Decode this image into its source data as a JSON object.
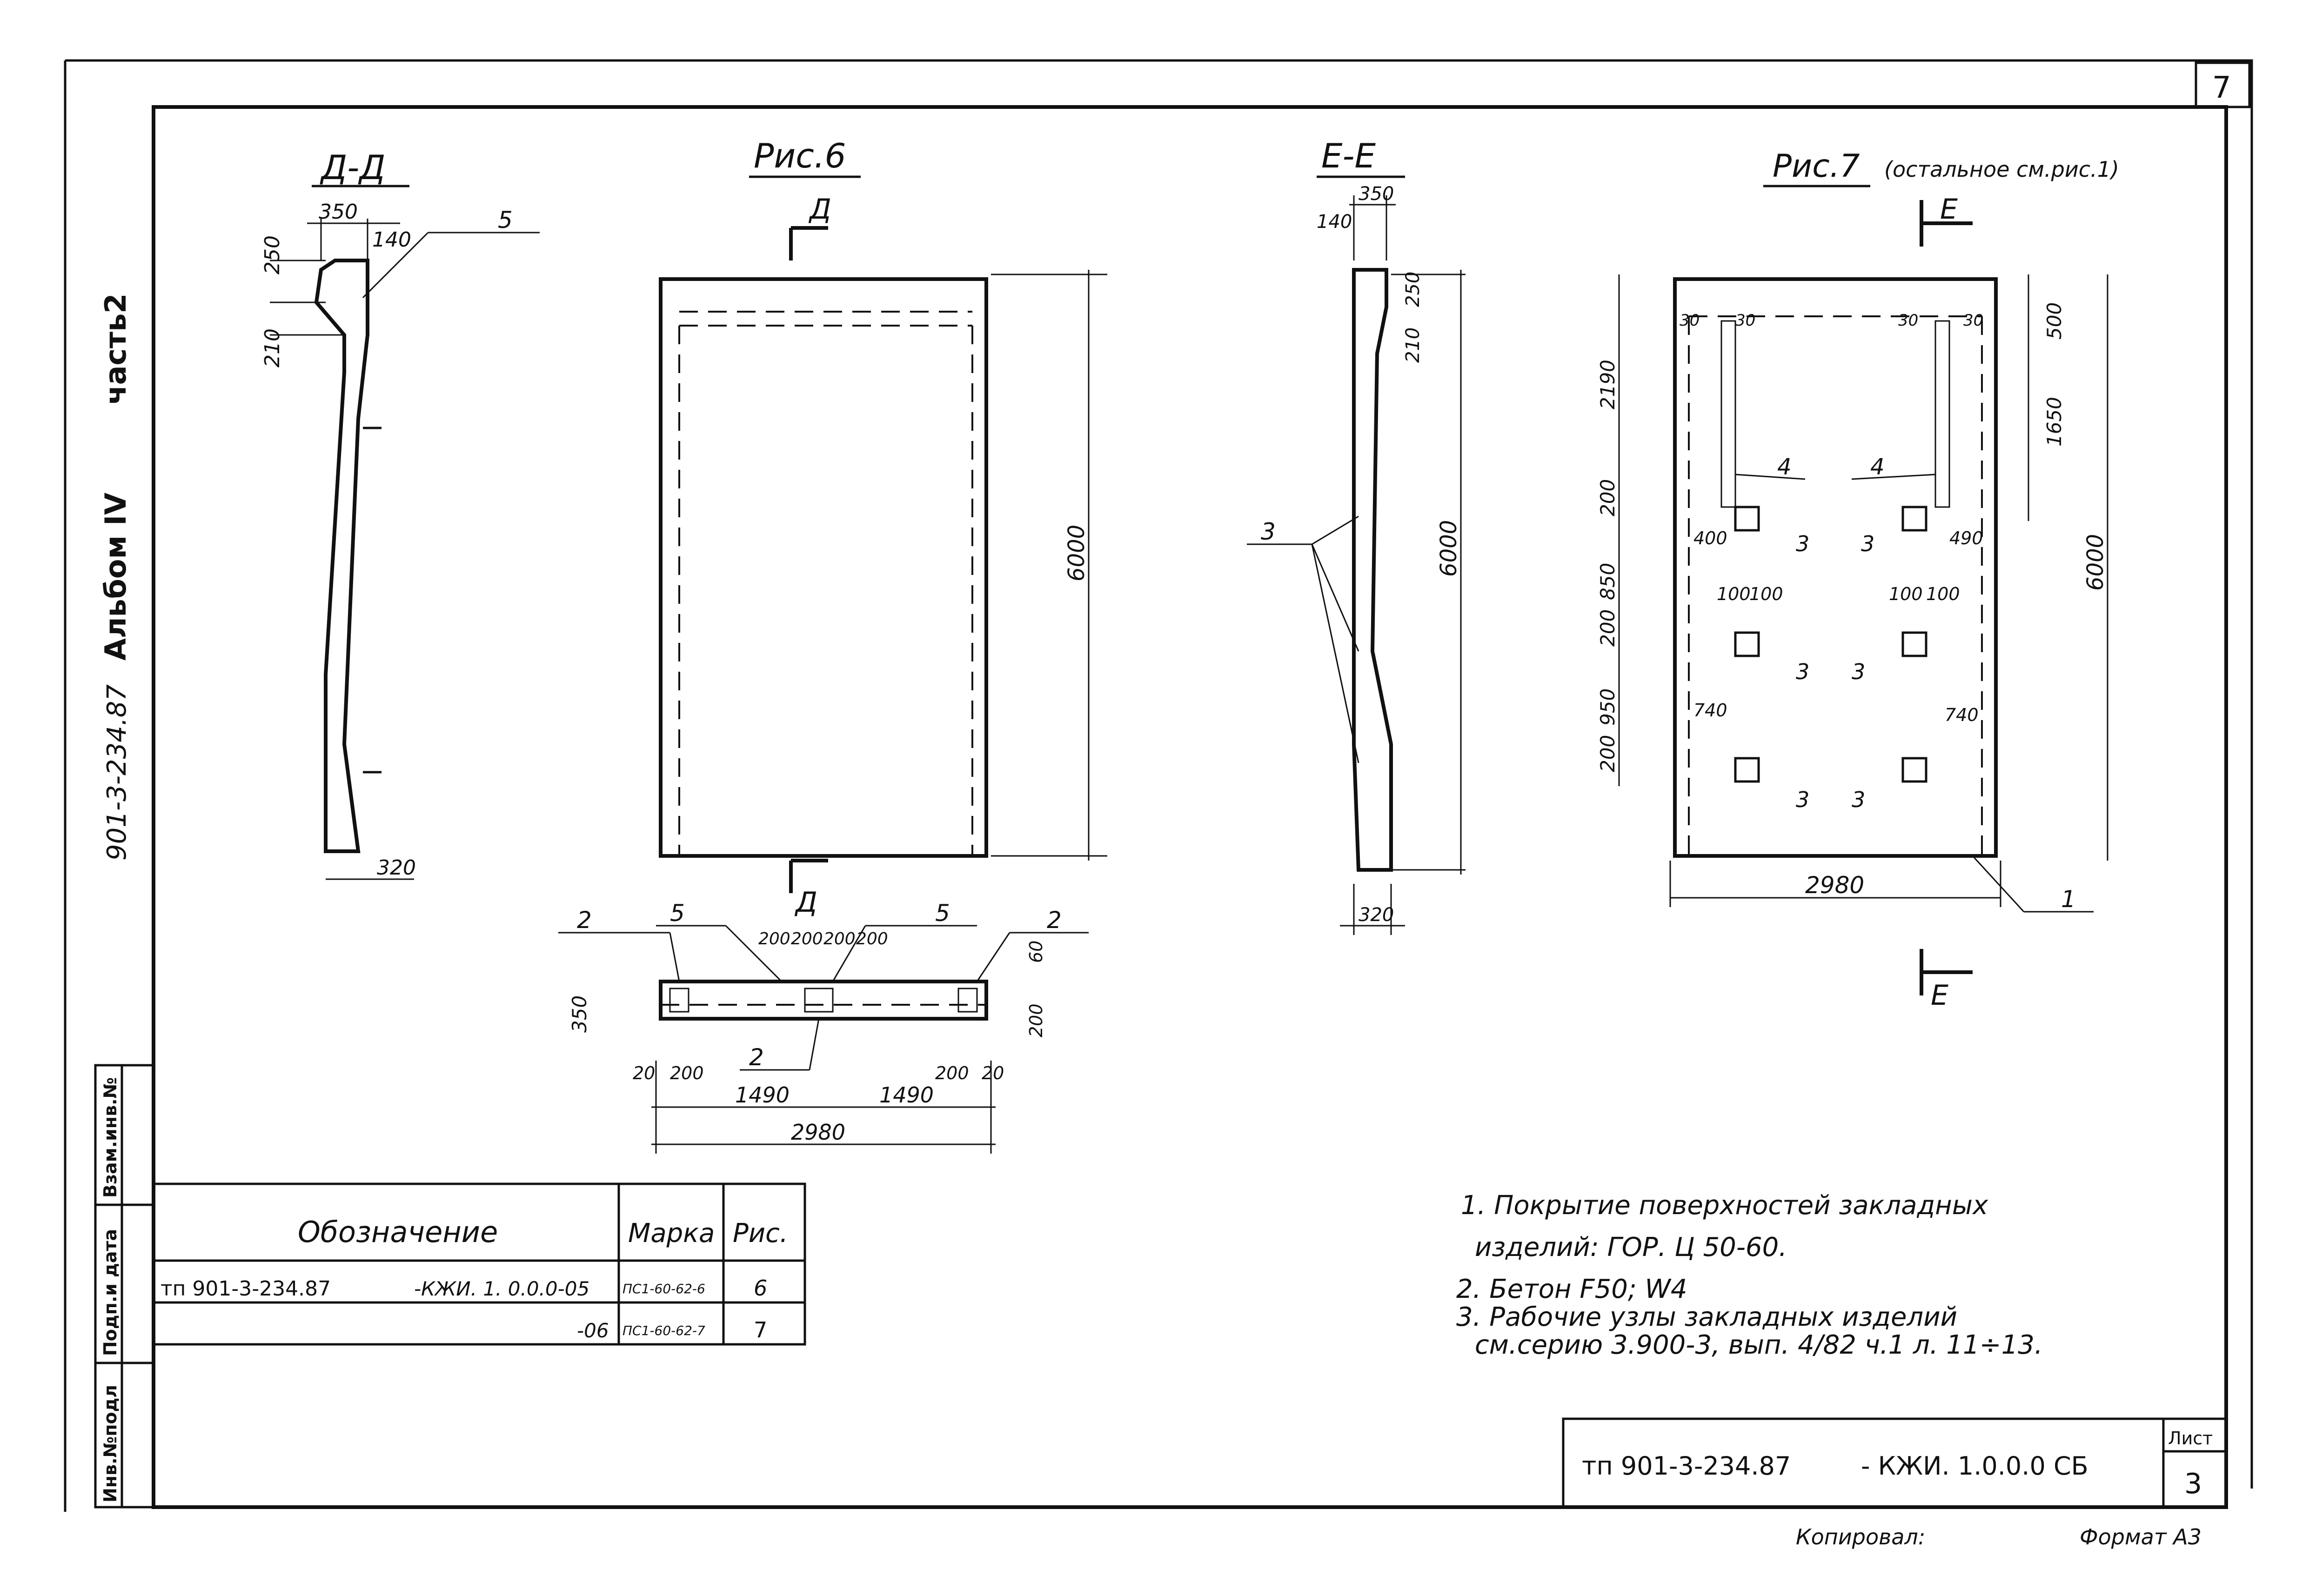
{
  "sheet_number_top": "7",
  "side_stamp": {
    "code": "901-3-234.87",
    "album": "Альбом",
    "album_no": "IV",
    "part": "часть2"
  },
  "side_columns": [
    "Инв.№подл",
    "Подп.и дата",
    "Взам.инв.№"
  ],
  "views": {
    "dd": {
      "title": "Д-Д",
      "dims": [
        "350",
        "140",
        "250",
        "210",
        "320"
      ],
      "callout": "5"
    },
    "fig6": {
      "title": "Рис.6",
      "section_mark": "Д",
      "dim_height": "6000"
    },
    "ee": {
      "title": "Е-Е",
      "dims": [
        "350",
        "140",
        "250",
        "210",
        "6000",
        "320"
      ],
      "callout": "3"
    },
    "fig7": {
      "title": "Рис.7",
      "title_note": "(остальное см.рис.1)",
      "section_mark": "Е",
      "dims_left": [
        "2190",
        "200",
        "850",
        "200",
        "950",
        "200"
      ],
      "dims_right": [
        "500",
        "1650",
        "6000"
      ],
      "dims_top": [
        "30",
        "30",
        "30",
        "30"
      ],
      "dims_inner": [
        "400",
        "490",
        "100",
        "100",
        "100",
        "100",
        "740",
        "740"
      ],
      "width": "2980",
      "callouts": [
        "4",
        "4",
        "3",
        "3",
        "3",
        "3",
        "3",
        "3",
        "1"
      ]
    },
    "plan": {
      "callouts": [
        "2",
        "5",
        "5",
        "2",
        "2"
      ],
      "dims_top": [
        "200",
        "200",
        "200",
        "200"
      ],
      "dims_side": [
        "350",
        "60",
        "200"
      ],
      "dims_bottom": [
        "20",
        "200",
        "200",
        "20",
        "1490",
        "1490",
        "2980"
      ]
    }
  },
  "table": {
    "headers": [
      "Обозначение",
      "Марка",
      "Рис."
    ],
    "rows": [
      {
        "code": "тп 901-3-234.87",
        "suffix": "-КЖИ. 1. 0.0.0-05",
        "mark": "ПС1-60-62-6",
        "fig": "6"
      },
      {
        "code": "",
        "suffix": "-06",
        "mark": "ПС1-60-62-7",
        "fig": "7"
      }
    ]
  },
  "notes": [
    "1. Покрытие поверхностей закладных",
    "изделий: ГОР. Ц 50-60.",
    "2. Бетон F50; W4",
    "3. Рабочие узлы закладных изделий",
    "см.серию 3.900-3, вып. 4/82 ч.1 л. 11÷13."
  ],
  "title_block": {
    "code": "тп 901-3-234.87",
    "suffix": "- КЖИ. 1.0.0.0 СБ",
    "sheet_label": "Лист",
    "sheet_no": "3"
  },
  "footer": {
    "copied": "Копировал:",
    "format": "Формат А3"
  }
}
